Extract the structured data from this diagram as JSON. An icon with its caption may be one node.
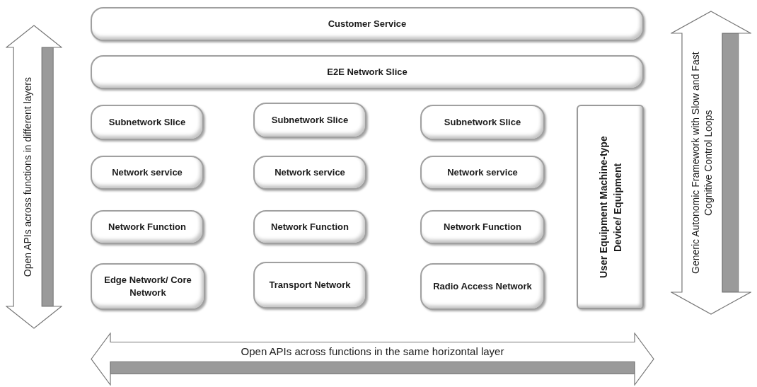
{
  "diagram": {
    "nodes": [
      {
        "text": [
          "Open APIs across functions in different layers"
        ]
      },
      {
        "text": [
          "Customer Service"
        ]
      },
      {
        "text": [
          "E2E Network Slice"
        ]
      },
      {
        "text": [
          "Subnetwork Slice"
        ]
      },
      {
        "text": [
          "Subnetwork Slice"
        ]
      },
      {
        "text": [
          "Subnetwork Slice"
        ]
      },
      {
        "text": [
          "User Equipment Machine-type Device/ Equipment"
        ]
      },
      {
        "text": [
          "Network service"
        ]
      },
      {
        "text": [
          "Network service"
        ]
      },
      {
        "text": [
          "Network service"
        ]
      },
      {
        "text": [
          "Network Function"
        ]
      },
      {
        "text": [
          "Network Function"
        ]
      },
      {
        "text": [
          "Network Function"
        ]
      },
      {
        "text": [
          "Edge Network/ Core Network"
        ]
      },
      {
        "text": [
          "Transport Network"
        ]
      },
      {
        "text": [
          "Radio Access Network"
        ]
      },
      {
        "text": [
          "Generic Autonomic Framework with Slow and Fast Cognitive Control Loops"
        ]
      },
      {
        "text": [
          "Open APIs across functions in the same horizontal layer"
        ]
      }
    ]
  }
}
